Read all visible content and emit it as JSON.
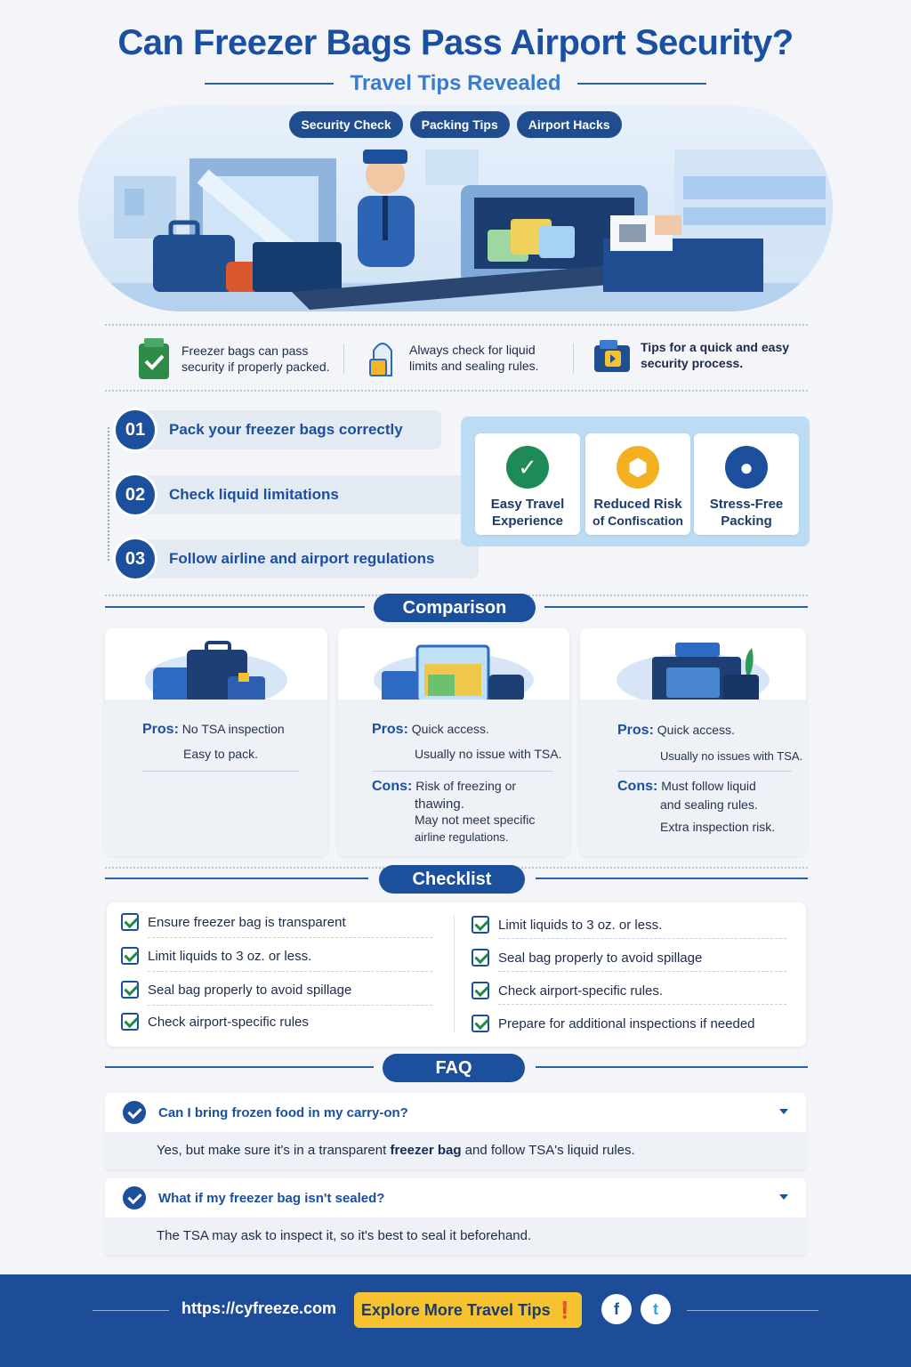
{
  "header": {
    "title": "Can Freezer Bags Pass Airport Security?",
    "subtitle": "Travel Tips Revealed",
    "tags": [
      "Security Check",
      "Packing Tips",
      "Airport Hacks"
    ]
  },
  "features": [
    {
      "icon": "freezer-bag-check-icon",
      "line1": "Freezer bags can pass",
      "line2": "security if properly packed."
    },
    {
      "icon": "liquid-bottle-icon",
      "line1": "Always check for liquid",
      "line2": "limits and sealing rules."
    },
    {
      "icon": "lightning-tips-icon",
      "line1": "Tips for a quick and easy",
      "line2": "security process."
    }
  ],
  "steps": [
    {
      "num": "01",
      "label": "Pack your freezer bags correctly"
    },
    {
      "num": "02",
      "label": "Check liquid limitations"
    },
    {
      "num": "03",
      "label": "Follow airline and airport regulations"
    }
  ],
  "benefits": [
    {
      "icon": "check-circle-icon",
      "line1": "Easy Travel",
      "line2": "Experience",
      "color": "#1e8a55"
    },
    {
      "icon": "shield-badge-icon",
      "line1": "Reduced Risk",
      "line2": "of Confiscation",
      "color": "#f4b021"
    },
    {
      "icon": "person-icon",
      "line1": "Stress-Free",
      "line2": "Packing",
      "color": "#1c4f9c"
    }
  ],
  "comparison": {
    "heading": "Comparison",
    "pros_label": "Pros:",
    "cons_label": "Cons:",
    "cards": [
      {
        "pros": [
          "No TSA inspection",
          "Easy to pack."
        ],
        "cons": []
      },
      {
        "pros": [
          "Quick access.",
          "Usually no issue with TSA."
        ],
        "cons": [
          "Risk of freezing or",
          "thawing.",
          "May not meet specific",
          "airline regulations."
        ]
      },
      {
        "pros": [
          "Quick access.",
          "Usually no issues with TSA."
        ],
        "cons": [
          "Must follow liquid",
          "and sealing rules.",
          "Extra inspection risk."
        ]
      }
    ]
  },
  "checklist": {
    "heading": "Checklist",
    "left": [
      "Ensure freezer bag is transparent",
      "Limit liquids to 3 oz. or less.",
      "Seal bag properly to avoid spillage",
      "Check airport-specific rules"
    ],
    "right": [
      "Limit liquids to 3 oz. or less.",
      "Seal bag properly to avoid spillage",
      "Check airport-specific rules.",
      "Prepare for additional inspections if needed"
    ]
  },
  "faq": {
    "heading": "FAQ",
    "items": [
      {
        "q": "Can I bring frozen food in my carry-on?",
        "a_pre": "Yes, but make sure it's in a transparent ",
        "a_bold": "freezer bag",
        "a_post": " and follow TSA's liquid rules."
      },
      {
        "q": "What if my freezer bag isn't sealed?",
        "a_pre": "The TSA may ask to inspect it, so it's best to seal it beforehand.",
        "a_bold": "",
        "a_post": ""
      }
    ]
  },
  "footer": {
    "url": "https://cyfreeze.com",
    "cta": "Explore More Travel Tips ❗",
    "facebook": "f",
    "twitter": "t"
  },
  "colors": {
    "primary": "#1c4f9c",
    "accent": "#f5c230",
    "success": "#1e8a45"
  }
}
